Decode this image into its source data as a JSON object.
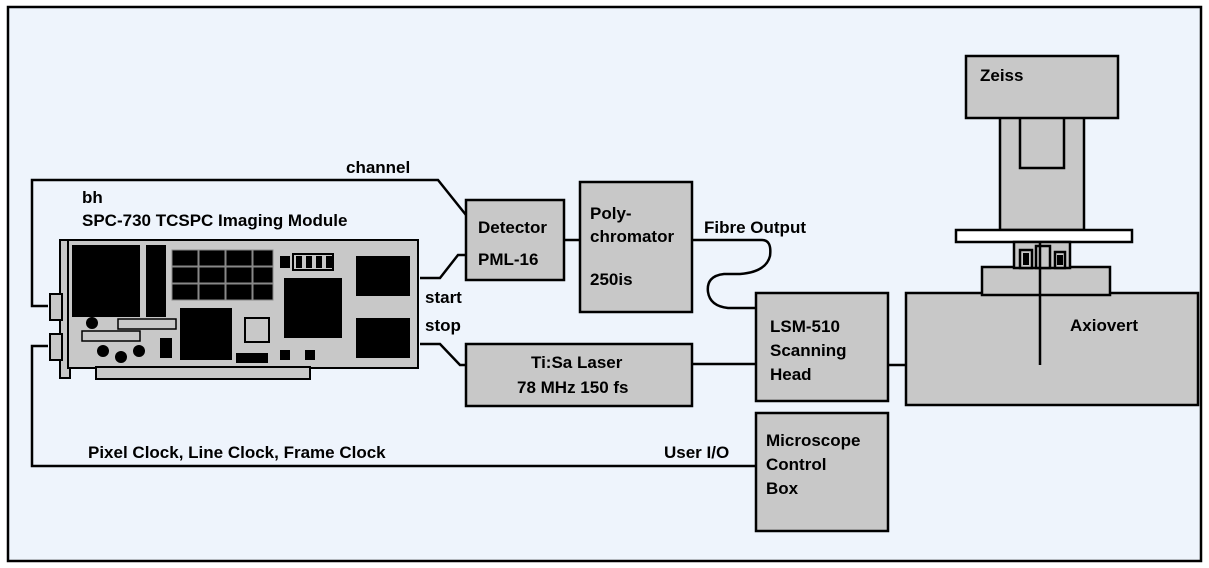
{
  "colors": {
    "background": "#ffffff",
    "panel": "#eef4fc",
    "component": "#c8c8c8",
    "line": "#000000"
  },
  "labels": {
    "channel": "channel",
    "bh": "bh",
    "module": "SPC-730 TCSPC Imaging Module",
    "start": "start",
    "stop": "stop",
    "clocks": "Pixel Clock, Line Clock, Frame Clock",
    "user_io": "User I/O",
    "fibre_output": "Fibre Output"
  },
  "detector": {
    "line1": "Detector",
    "line2": "PML-16"
  },
  "polychromator": {
    "line1": "Poly-",
    "line2": "chromator",
    "line3": "250is"
  },
  "laser": {
    "line1": "Ti:Sa Laser",
    "line2": "78 MHz 150 fs"
  },
  "scanhead": {
    "line1": "LSM-510",
    "line2": "Scanning",
    "line3": "Head"
  },
  "control": {
    "line1": "Microscope",
    "line2": "Control",
    "line3": "Box"
  },
  "microscope": {
    "top": "Zeiss",
    "base": "Axiovert"
  }
}
